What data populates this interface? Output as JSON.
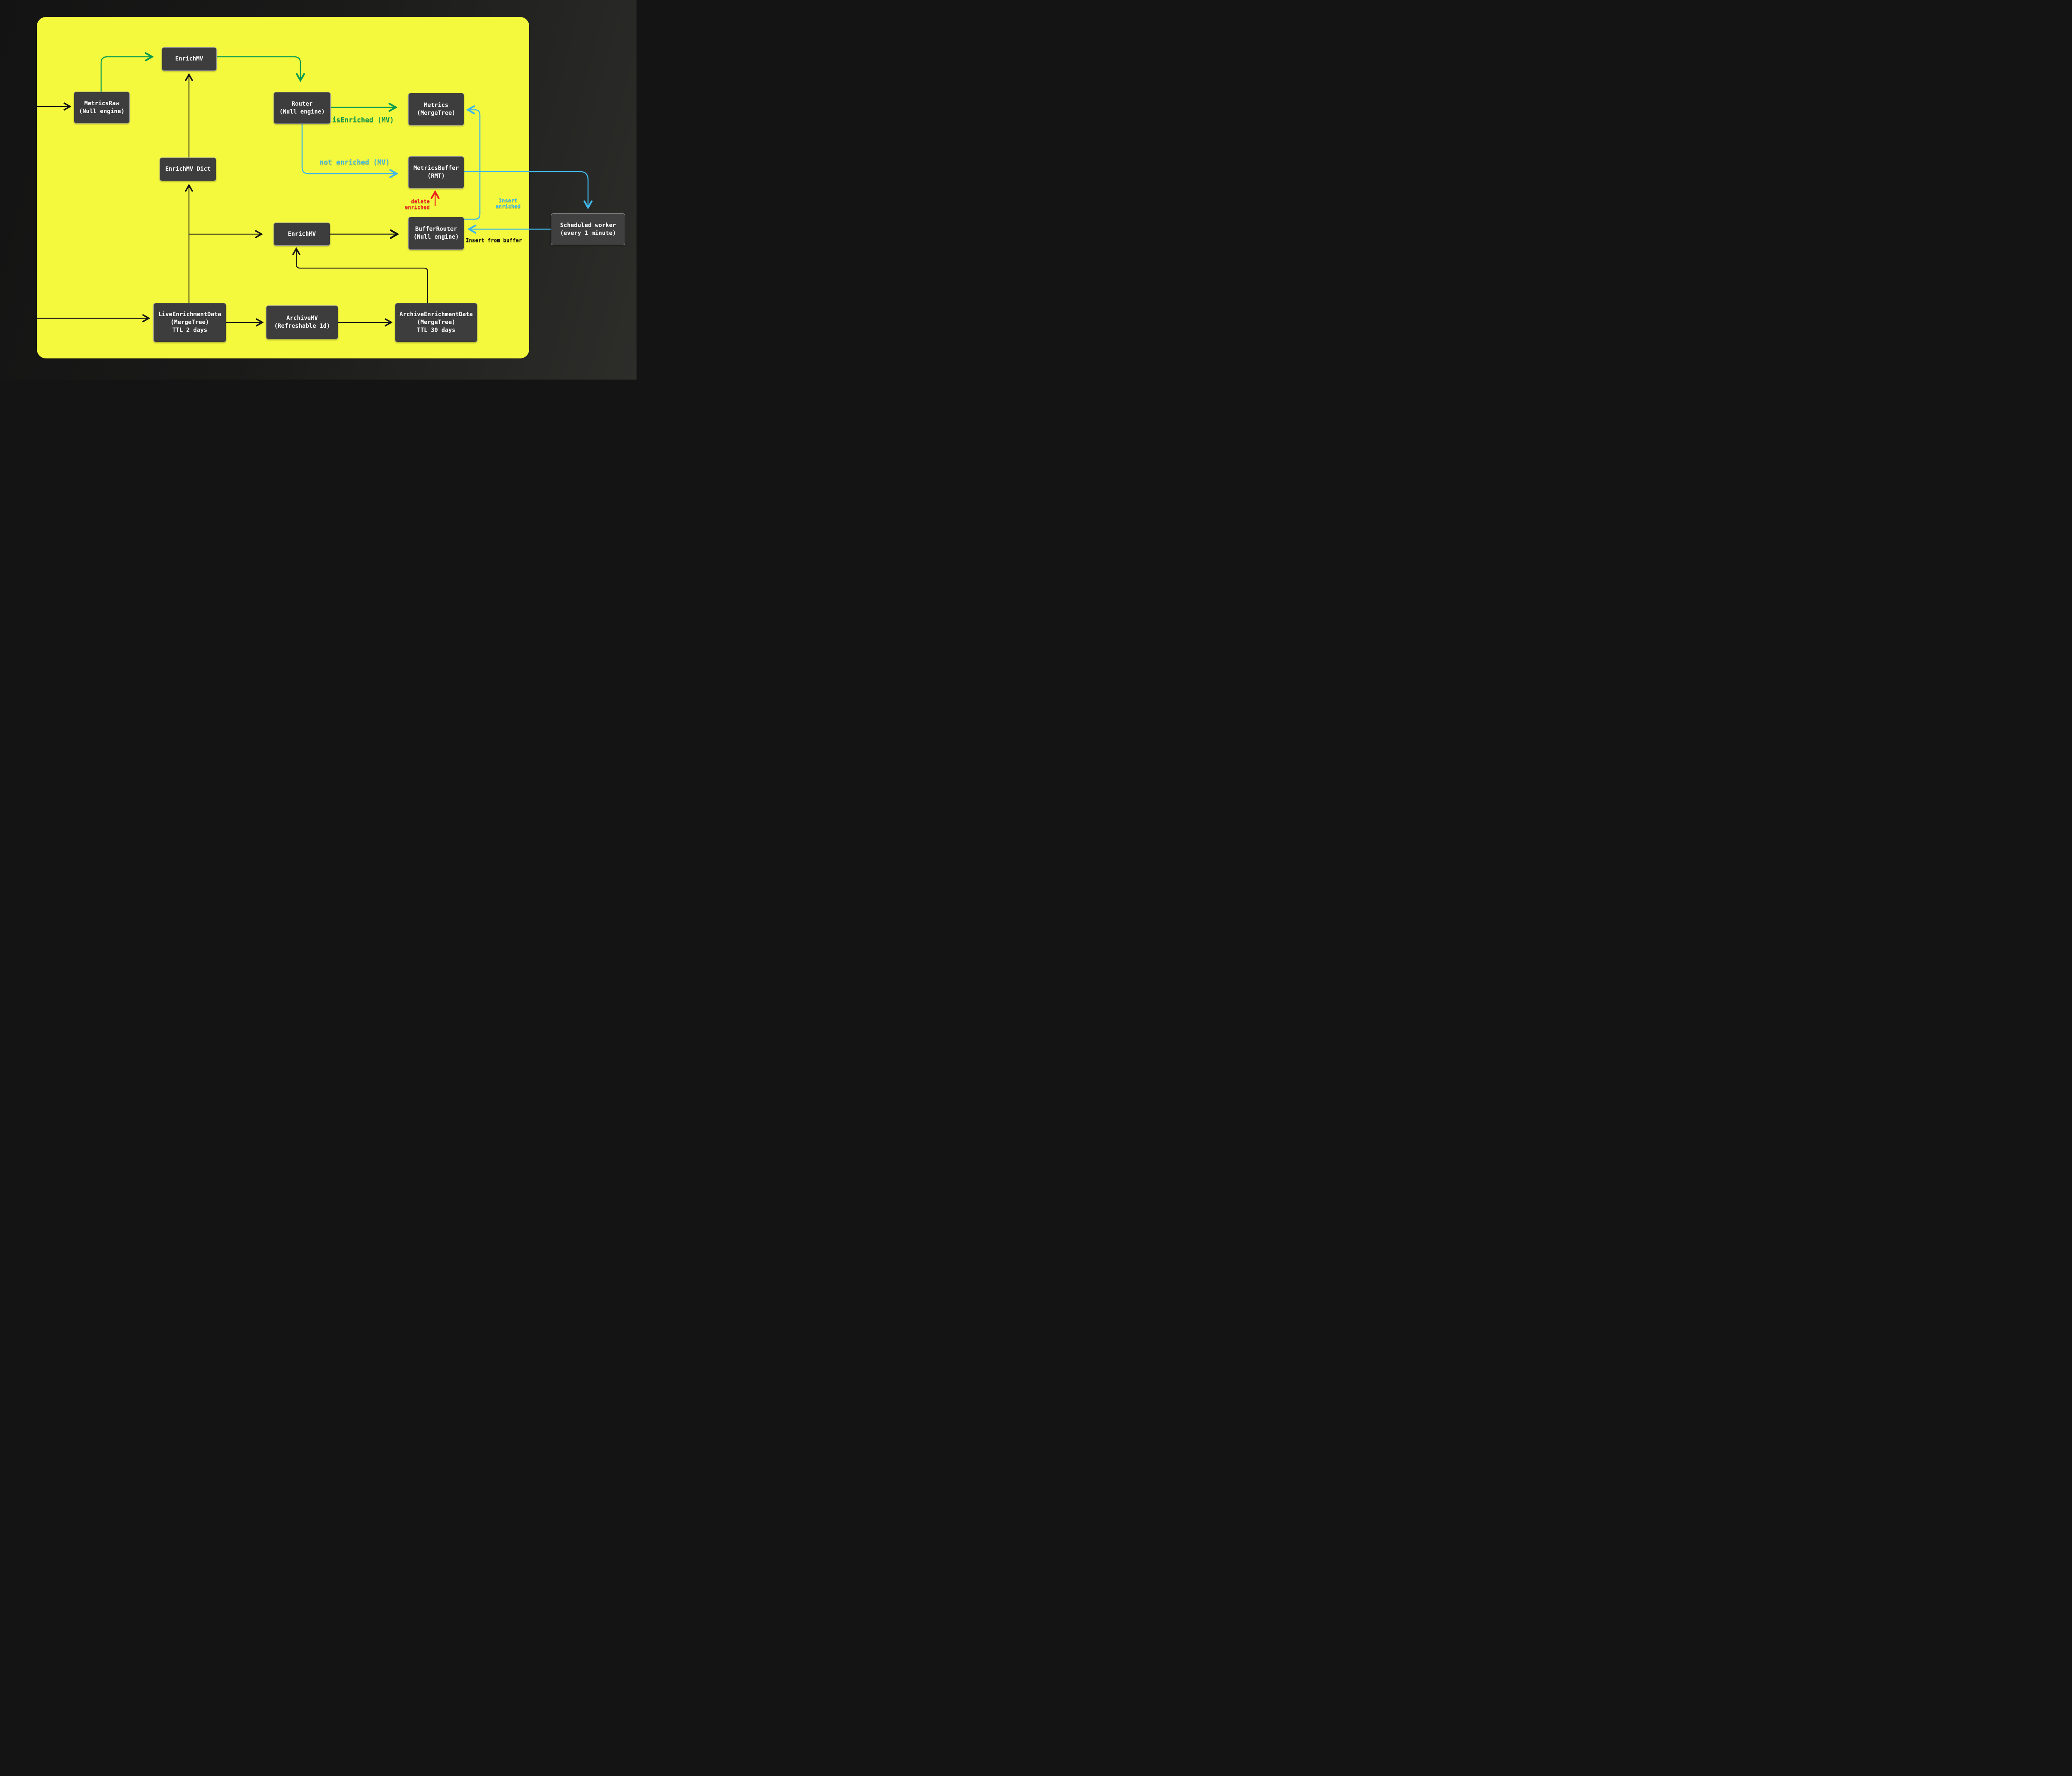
{
  "diagram": {
    "nodes": {
      "metrics_raw": {
        "label": "MetricsRaw\n(Null engine)"
      },
      "enrich_mv_top": {
        "label": "EnrichMV"
      },
      "router": {
        "label": "Router\n(Null engine)"
      },
      "metrics": {
        "label": "Metrics\n(MergeTree)"
      },
      "enrich_mv_dict": {
        "label": "EnrichMV Dict"
      },
      "metrics_buffer": {
        "label": "MetricsBuffer\n(RMT)"
      },
      "buffer_router": {
        "label": "BufferRouter\n(Null engine)"
      },
      "enrich_mv_mid": {
        "label": "EnrichMV"
      },
      "live_enrichment_data": {
        "label": "LiveEnrichmentData\n(MergeTree)\nTTL 2 days"
      },
      "archive_mv": {
        "label": "ArchiveMV\n(Refreshable 1d)"
      },
      "archive_enrichment_data": {
        "label": "ArchiveEnrichmentData\n(MergeTree)\nTTL 30 days"
      },
      "scheduled_worker": {
        "label": "Scheduled worker\n(every 1 minute)"
      }
    },
    "edge_labels": {
      "is_enriched": "isEnriched (MV)",
      "not_enriched": "not enriched (MV)",
      "delete_enriched": "delete\nenriched",
      "insert_enriched": "Insert\nenriched",
      "insert_from_buffer": "Insert from buffer"
    },
    "colors": {
      "panel_yellow": "#f4f93e",
      "node_fill": "#3d3d3d",
      "node_border": "#9b9b9b",
      "arrow_black": "#151515",
      "arrow_green": "#0b9b4e",
      "arrow_cyan": "#41b6e8",
      "arrow_red": "#ee1f1f",
      "background_dark": "#1a1a19",
      "text_white": "#ffffff"
    }
  }
}
